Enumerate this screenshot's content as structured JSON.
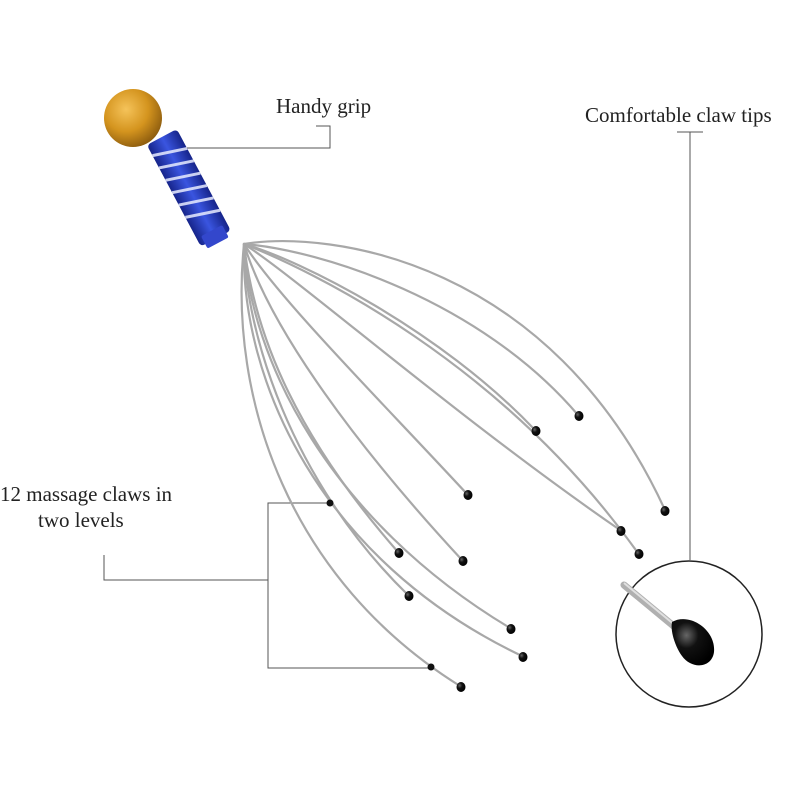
{
  "labels": {
    "handy_grip": "Handy grip",
    "claw_tips": "Comfortable claw tips",
    "claws_line1": "12 massage claws in",
    "claws_line2": "two levels"
  },
  "colors": {
    "background": "#ffffff",
    "ball": "#d4941e",
    "handle": "#2438c4",
    "wire": "#a8a8a8",
    "tip": "#111111",
    "leader": "#555555"
  }
}
